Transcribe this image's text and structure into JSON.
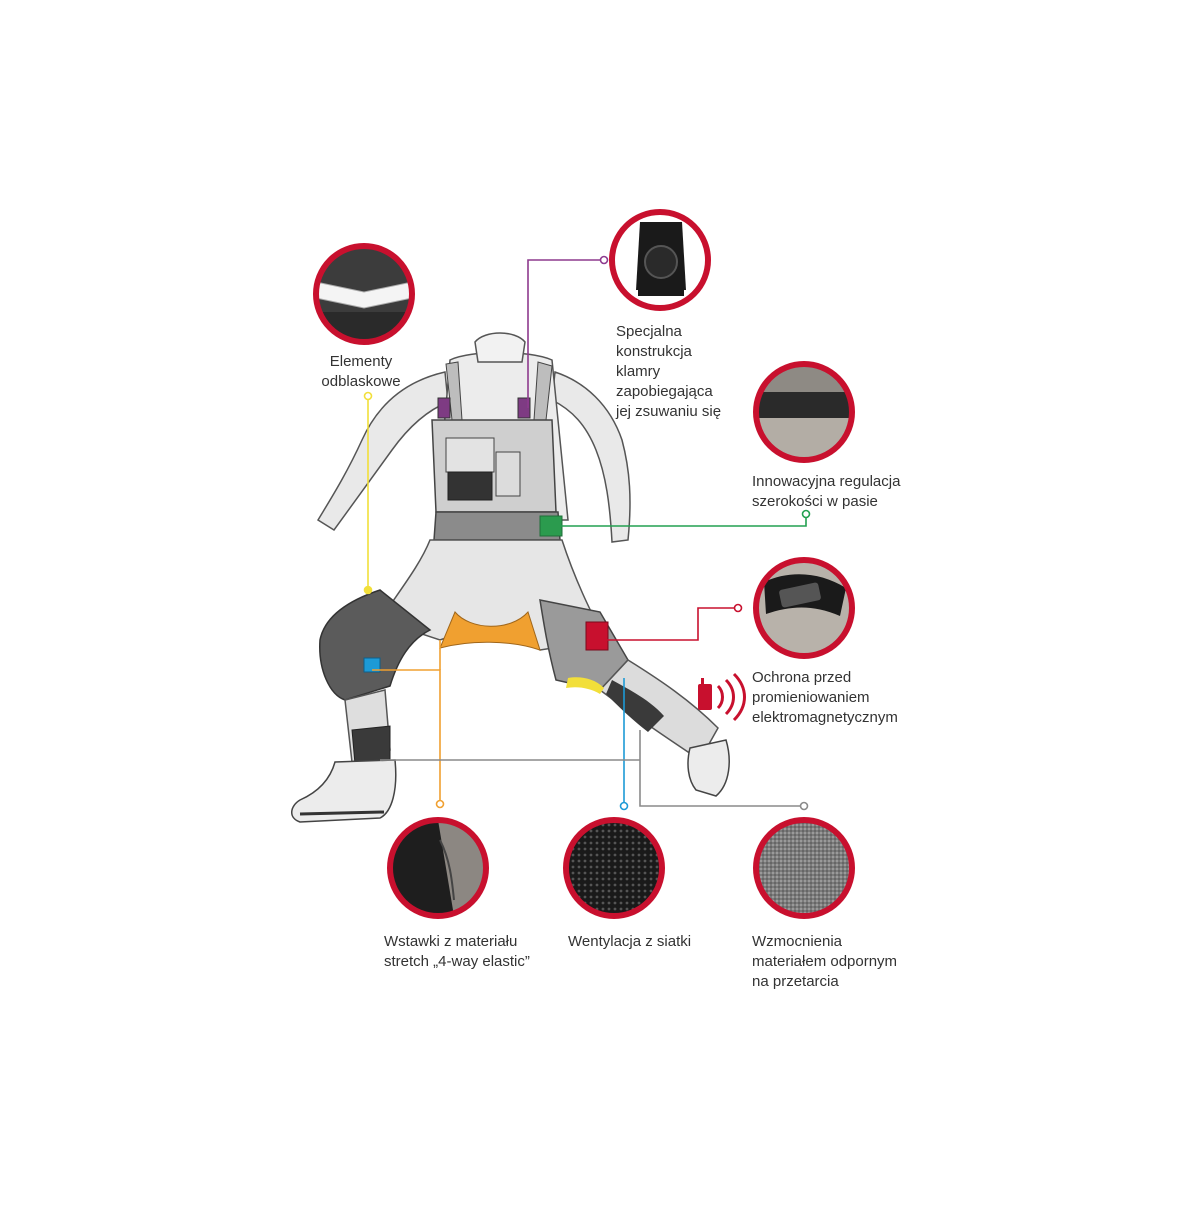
{
  "features": {
    "reflective": {
      "label": "Elementy\nodblaskowe",
      "icon": "reflective-strip-icon"
    },
    "buckle": {
      "label": "Specjalna\nkonstrukcja\nklamry\nzapobiegająca\njej zsuwaniu się",
      "icon": "buckle-icon"
    },
    "waist": {
      "label": "Innowacyjna regulacja\nszerokości w pasie",
      "icon": "waist-adjust-icon"
    },
    "emf": {
      "label": "Ochrona przed\npromieniowaniem\nelektromagnetycznym",
      "icon": "phone-pocket-icon"
    },
    "stretch": {
      "label": "Wstawki z materiału\nstretch „4-way elastic”",
      "icon": "stretch-fabric-icon"
    },
    "mesh": {
      "label": "Wentylacja z siatki",
      "icon": "mesh-icon"
    },
    "reinforce": {
      "label": "Wzmocnienia\nmateriałem odpornym\nna przetarcia",
      "icon": "reinforced-fabric-icon"
    }
  },
  "colors": {
    "ring": "#c8102e",
    "reflective": "#f2df3a",
    "buckle": "#8e3a8e",
    "waist": "#22a050",
    "emf": "#c8102e",
    "stretch": "#f0a030",
    "mesh": "#1d9ad6",
    "reinforce": "#8a8a8a"
  }
}
